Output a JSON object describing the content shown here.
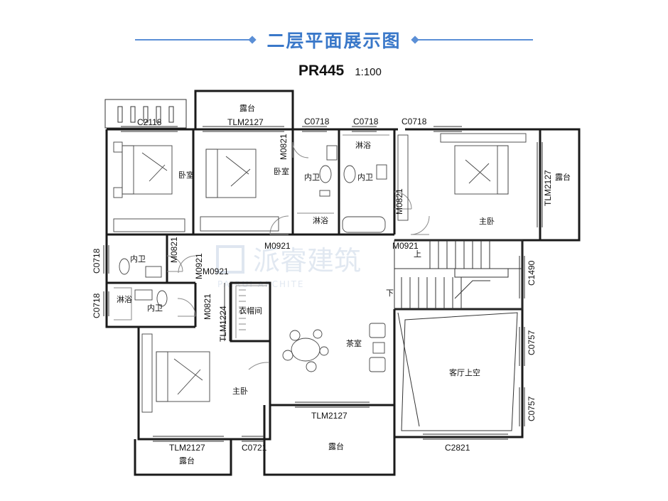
{
  "header": {
    "title": "二层平面展示图",
    "code": "PR445",
    "scale": "1:100"
  },
  "watermark": {
    "cn": "派睿建筑",
    "en": "PAIRUI ARCHITE"
  },
  "rooms": {
    "bedroom_nw": "卧室",
    "bedroom_n": "卧室",
    "bath_inner_1": "内卫",
    "shower_1": "淋浴",
    "shower_2": "淋浴",
    "bath_inner_2": "内卫",
    "master_ne": "主卧",
    "bath_w_1": "内卫",
    "shower_w": "淋浴",
    "bath_w_2": "内卫",
    "closet": "衣帽间",
    "tea_room": "茶室",
    "master_sw": "主卧",
    "void": "客厅上空",
    "terrace_n": "露台",
    "terrace_e": "露台",
    "terrace_s": "露台",
    "terrace_sw": "露台",
    "stair_up": "上",
    "stair_down": "下"
  },
  "openings": {
    "c2118": "C2118",
    "tlm2127_n": "TLM2127",
    "c0718_1": "C0718",
    "c0718_2": "C0718",
    "c0718_3": "C0718",
    "m0821_top": "M0821",
    "m0821_ne": "M0821",
    "tlm2127_e": "TLM2127",
    "m0921_1": "M0921",
    "m0921_2": "M0921",
    "c0718_w1": "C0718",
    "m0821_w": "M0821",
    "m0921_v": "M0921",
    "m0921_h": "M0921",
    "c0718_w2": "C0718",
    "m0821_w2": "M0821",
    "tlm1224": "TLM1224",
    "c1490": "C1490",
    "c0757_1": "C0757",
    "c0757_2": "C0757",
    "tlm2127_s": "TLM2127",
    "tlm2127_sw": "TLM2127",
    "c0721": "C0721",
    "c2821": "C2821"
  }
}
